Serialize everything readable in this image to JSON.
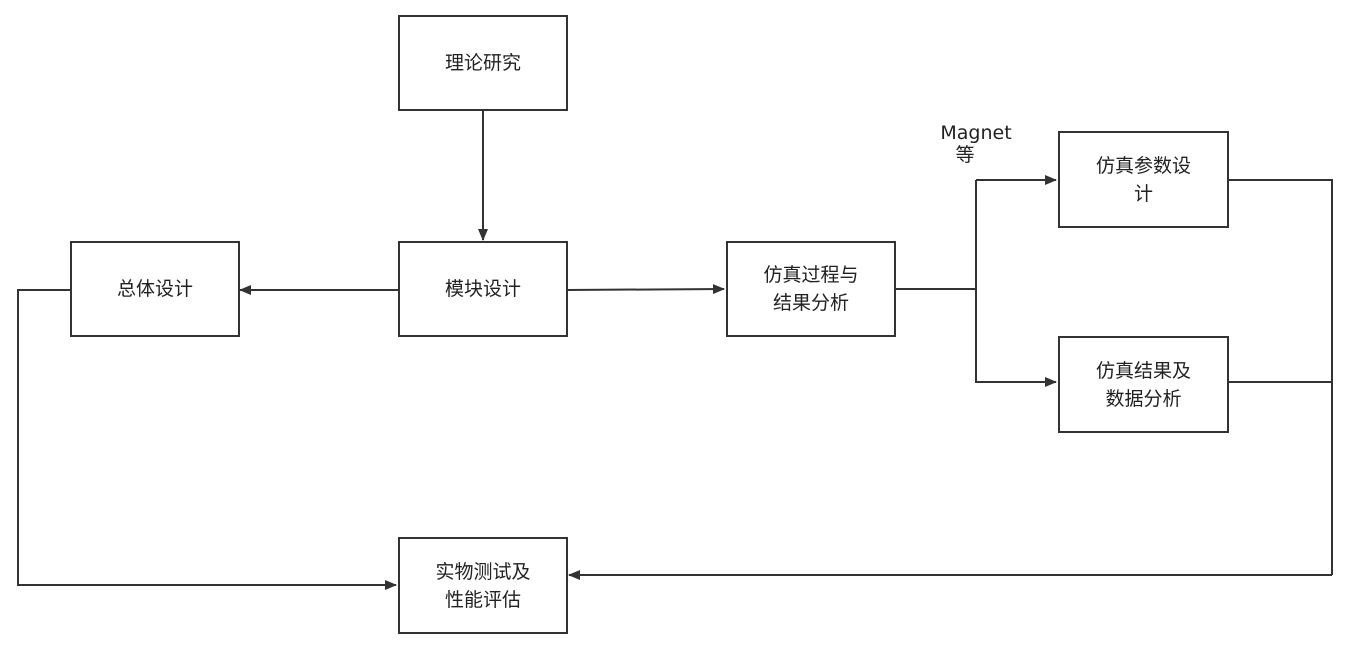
{
  "diagram": {
    "nodes": {
      "theory": "理论研究",
      "module": "模块设计",
      "overall": "总体设计",
      "sim_process_line1": "仿真过程与",
      "sim_process_line2": "结果分析",
      "sim_param_line1": "仿真参数设",
      "sim_param_line2": "计",
      "sim_result_line1": "仿真结果及",
      "sim_result_line2": "数据分析",
      "test_line1": "实物测试及",
      "test_line2": "性能评估"
    },
    "edge_labels": {
      "software_line1": "Magnet",
      "software_line2": "等"
    },
    "colors": {
      "line": "#333333",
      "box_border": "#333333",
      "text": "#222222",
      "background": "#ffffff"
    }
  }
}
